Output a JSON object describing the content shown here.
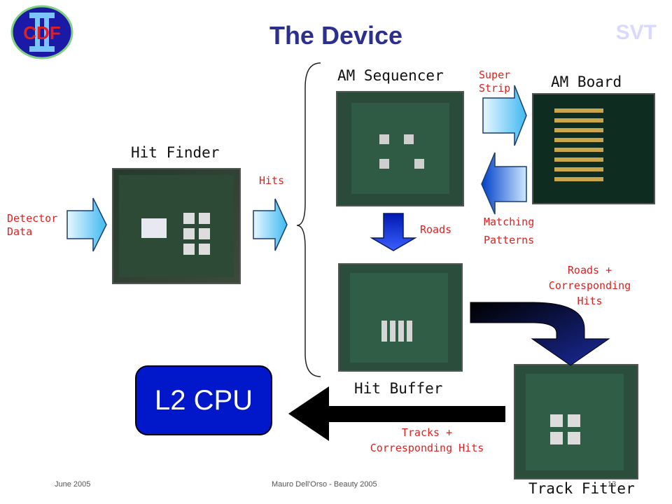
{
  "header": {
    "title": "The Device",
    "logo_text": "CDF",
    "corner_text": "SVT"
  },
  "boards": {
    "hit_finder": "Hit Finder",
    "am_sequencer": "AM Sequencer",
    "am_board": "AM Board",
    "hit_buffer": "Hit Buffer",
    "track_fitter": "Track Fitter",
    "l2_cpu": "L2 CPU"
  },
  "flows": {
    "detector_data": [
      "Detector",
      "Data"
    ],
    "hits": "Hits",
    "super_strip": [
      "Super",
      "Strip"
    ],
    "matching_patterns": [
      "Matching",
      "Patterns"
    ],
    "roads": "Roads",
    "roads_hits": [
      "Roads +",
      "Corresponding",
      "Hits"
    ],
    "tracks_hits": [
      "Tracks +",
      "Corresponding Hits"
    ]
  },
  "footer": {
    "date": "June 2005",
    "author": "Mauro Dell'Orso - Beauty 2005",
    "page": "13"
  }
}
